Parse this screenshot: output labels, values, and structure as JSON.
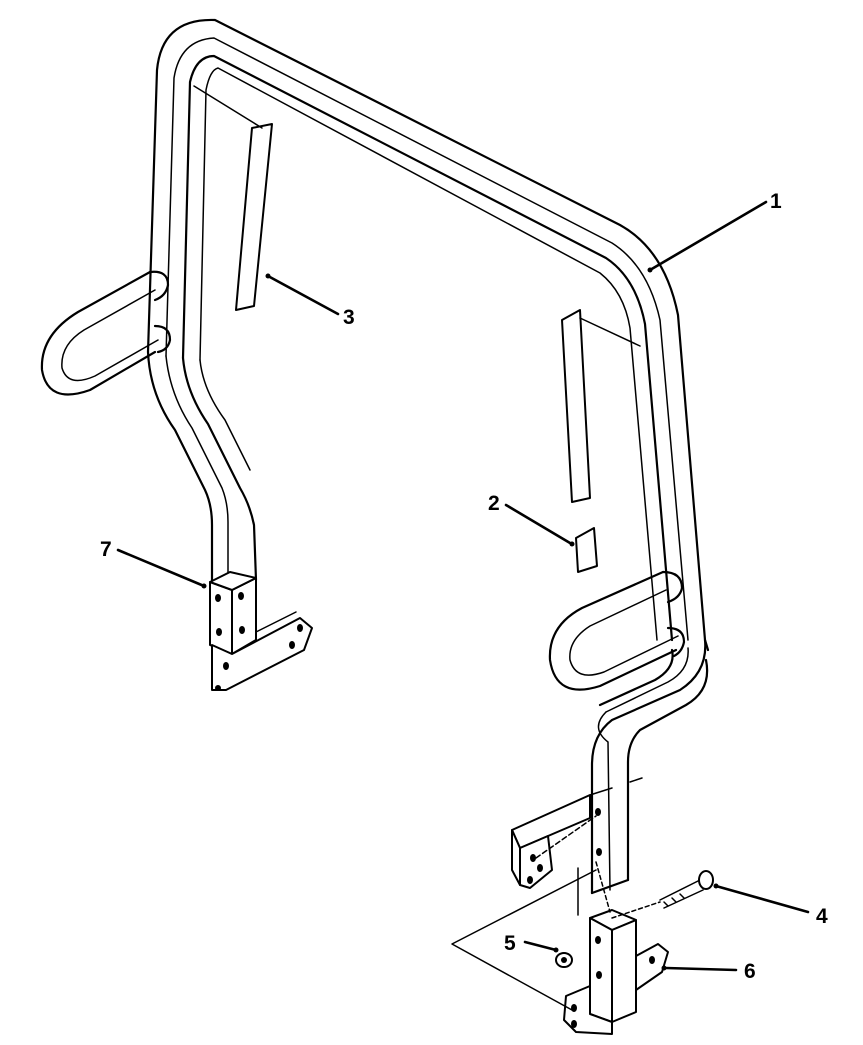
{
  "callouts": [
    {
      "number": "1",
      "part": "roll-bar"
    },
    {
      "number": "2",
      "part": "decal-small"
    },
    {
      "number": "3",
      "part": "decal-strip"
    },
    {
      "number": "4",
      "part": "bolt"
    },
    {
      "number": "5",
      "part": "nut"
    },
    {
      "number": "6",
      "part": "mounting-bracket"
    },
    {
      "number": "7",
      "part": "mounting-bracket-left"
    }
  ],
  "colors": {
    "line": "#000000",
    "background": "#ffffff"
  }
}
